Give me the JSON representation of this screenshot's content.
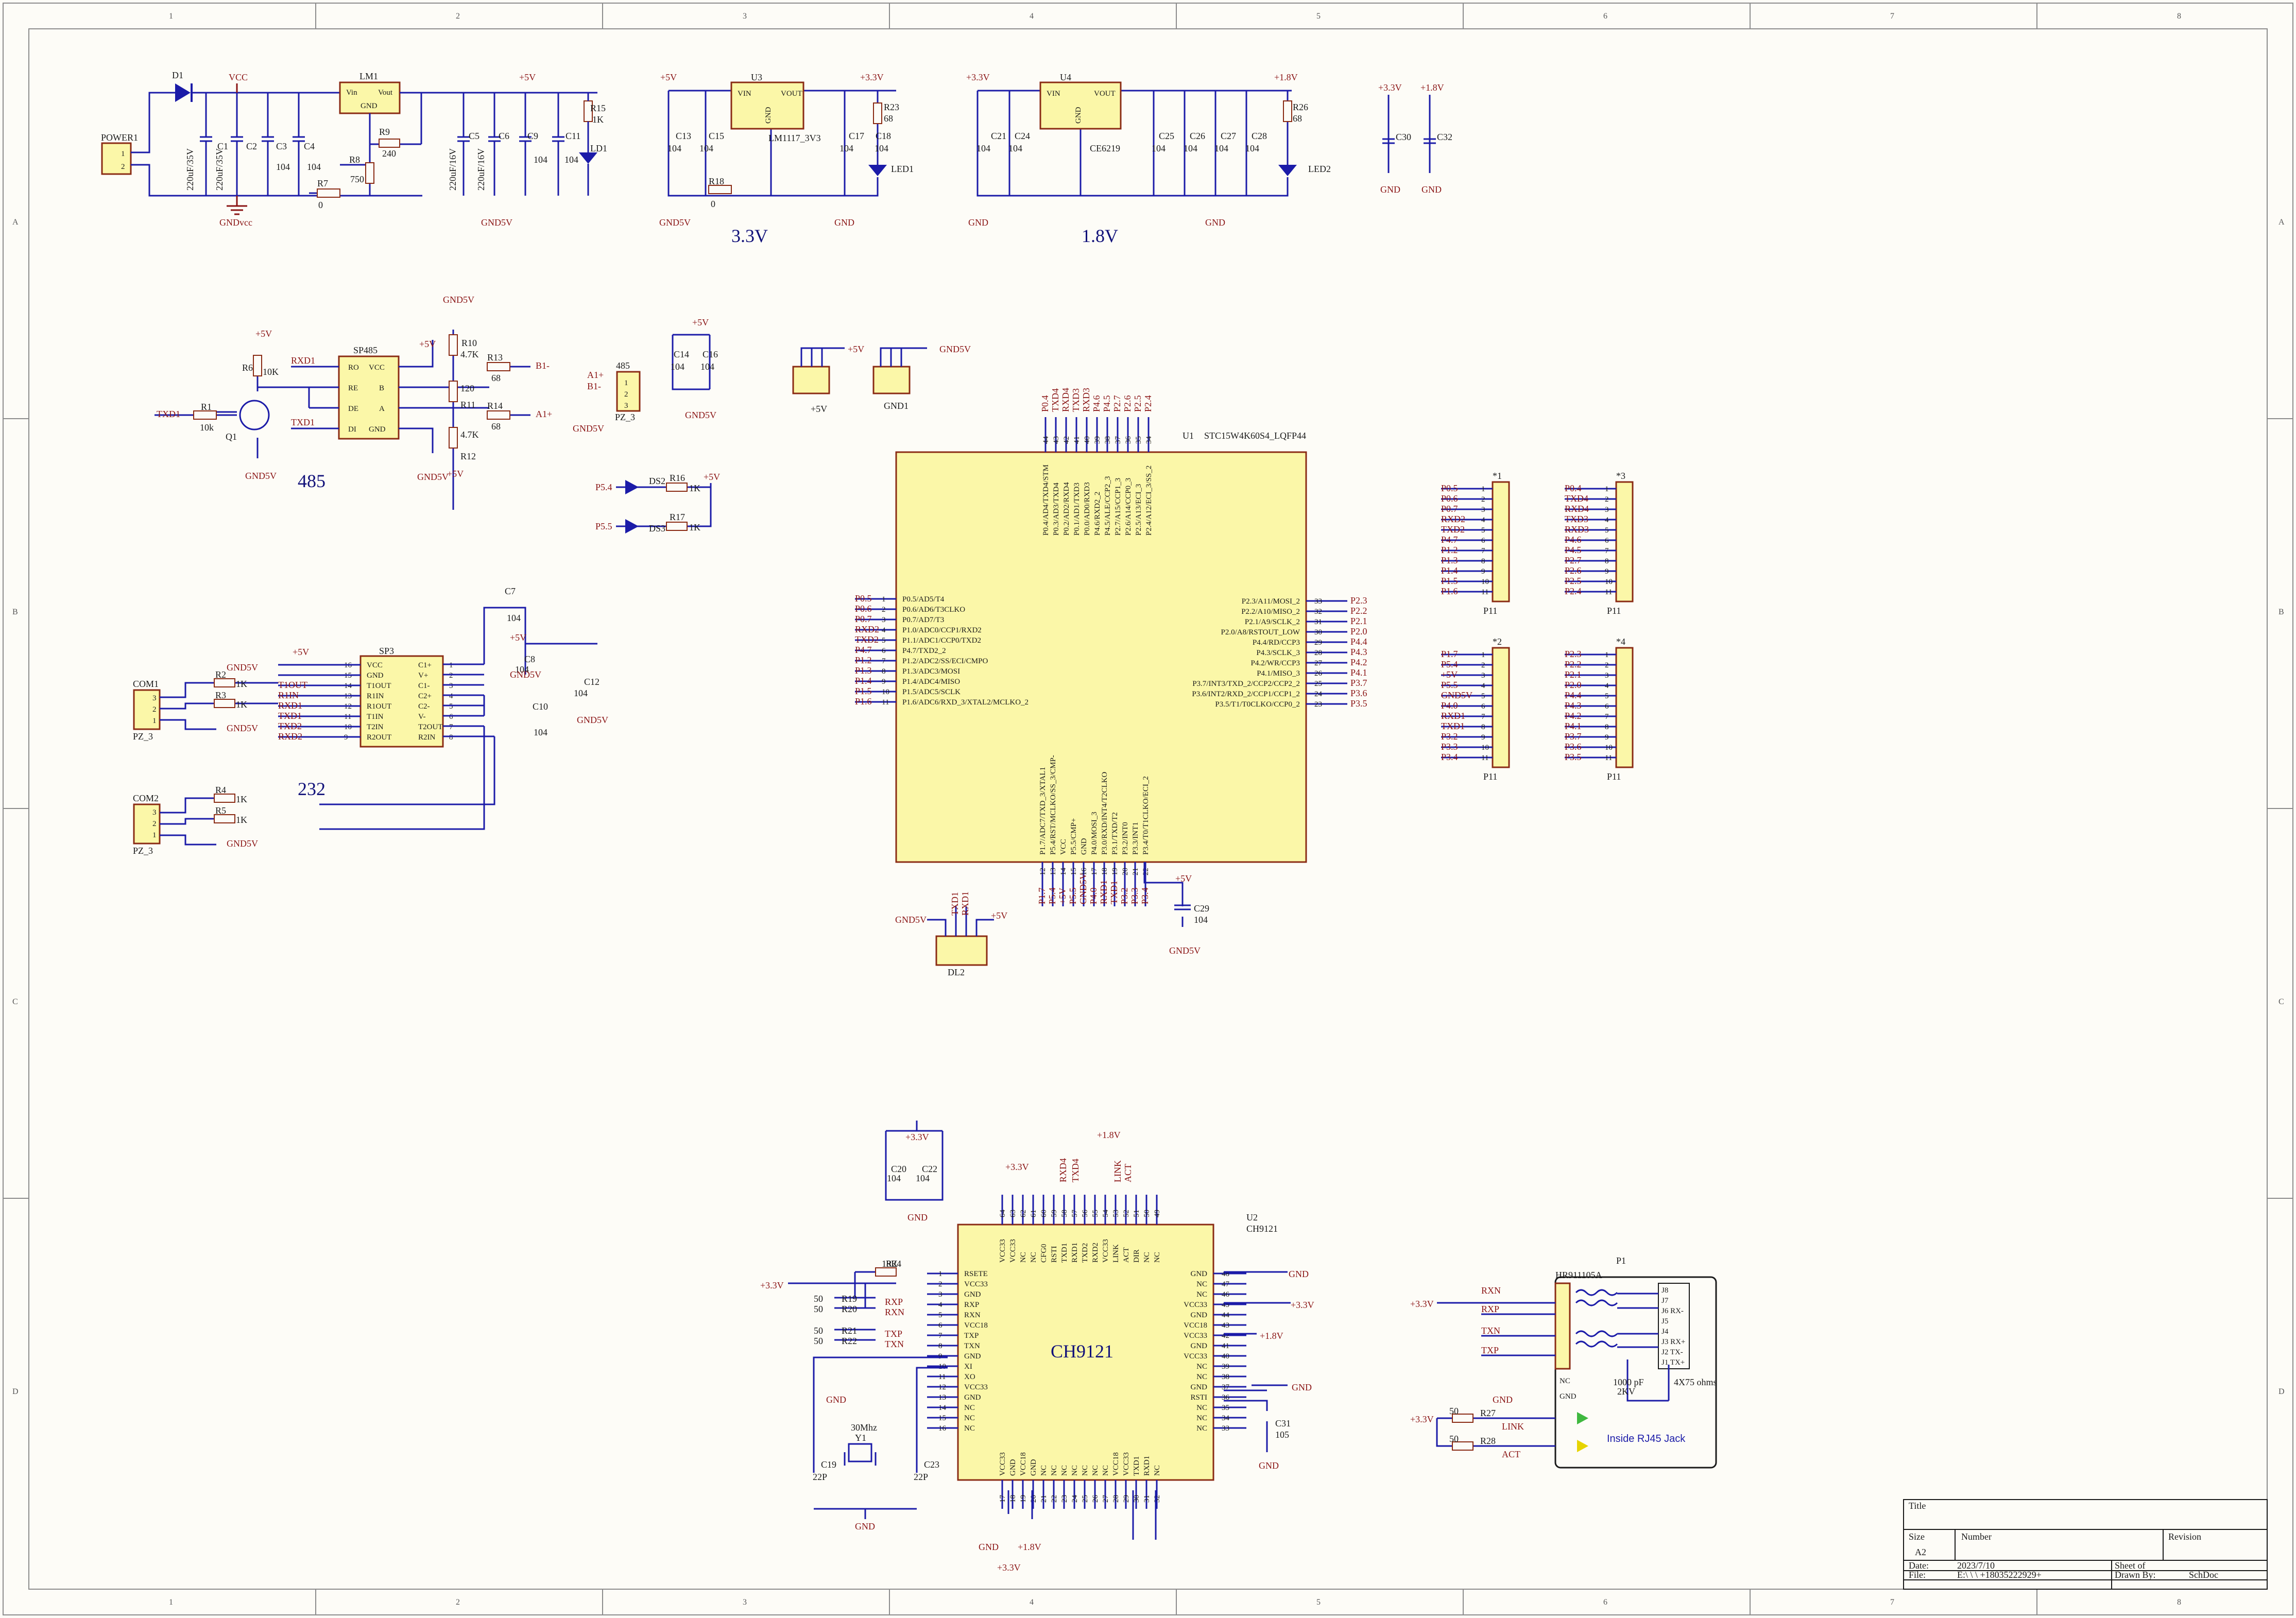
{
  "sheet": {
    "columns": [
      "1",
      "2",
      "3",
      "4",
      "5",
      "6",
      "7",
      "8"
    ],
    "rows": [
      "A",
      "B",
      "C",
      "D"
    ]
  },
  "power": {
    "power1": "POWER1",
    "d1": "D1",
    "vcc": "VCC",
    "lm1": "LM1",
    "lm1_vin": "Vin",
    "lm1_vout": "Vout",
    "lm1_gnd": "GND",
    "c1": "C1",
    "c1_val": "220uF/35V",
    "c2": "C2",
    "c2_val": "220uF/35V",
    "c3": "C3",
    "c3_val": "104",
    "c4": "C4",
    "c4_val": "104",
    "r9": "R9",
    "r9_val": "240",
    "r8": "R8",
    "r8_val": "750",
    "r7": "R7",
    "r7_val": "0",
    "c5": "C5",
    "c5_val": "220uF/16V",
    "c6": "C6",
    "c6_val": "220uF/16V",
    "c9": "C9",
    "c9_val": "104",
    "c11": "C11",
    "c11_val": "104",
    "r15": "R15",
    "r15_val": "1K",
    "ld1": "LD1",
    "gndvcc": "GNDvcc",
    "gnd5v": "GND5V",
    "p5v": "+5V",
    "u3": "U3",
    "u3_vin": "VIN",
    "u3_vout": "VOUT",
    "u3_gnd": "GND",
    "u3_part": "LM1117_3V3",
    "c13": "C13",
    "c15": "C15",
    "c17": "C17",
    "c18": "C18",
    "r18": "R18",
    "r18_val": "0",
    "r23": "R23",
    "r23_val": "68",
    "led1": "LED1",
    "p33v": "+3.3V",
    "gnd": "GND",
    "label33": "3.3V",
    "u4": "U4",
    "u4_vin": "VIN",
    "u4_vout": "VOUT",
    "u4_gnd": "GND",
    "u4_part": "CE6219",
    "c24": "C24",
    "c25": "C25",
    "c26": "C26",
    "c27": "C27",
    "c28": "C28",
    "r26": "R26",
    "r26_val": "68",
    "led2": "LED2",
    "p18v": "+1.8V",
    "label18": "1.8V",
    "c30": "C30",
    "c32": "C32",
    "v104": "104"
  },
  "rs485": {
    "title": "485",
    "chip": "SP485",
    "ro": "RO",
    "re": "RE",
    "de": "DE",
    "di": "DI",
    "vcc": "VCC",
    "b": "B",
    "a": "A",
    "gnd": "GND",
    "rxd1": "RXD1",
    "txd1": "TXD1",
    "r6": "R6",
    "r6_val": "10K",
    "r1": "R1",
    "r1_val": "10k",
    "q1": "Q1",
    "r10": "R10",
    "r10_val": "4.7K",
    "r11": "R11",
    "r11_val": "120",
    "r12": "R12",
    "r12_val": "4.7K",
    "r13": "R13",
    "r13_val": "68",
    "r14": "R14",
    "r14_val": "68",
    "b1m": "B1-",
    "a1p": "A1+",
    "conn": "485",
    "conn_a": "A1+",
    "conn_b": "B1-",
    "pz3": "PZ_3",
    "c14": "C14",
    "c16": "C16",
    "j5v": "+5V",
    "jgnd": "GND1"
  },
  "leds": {
    "ds2": "DS2",
    "ds3": "DS3",
    "r16": "R16",
    "r16_val": "1K",
    "r17": "R17",
    "r17_val": "1K",
    "p54": "P5.4",
    "p55": "P5.5"
  },
  "rs232": {
    "title": "232",
    "chip": "SP3",
    "com1": "COM1",
    "com2": "COM2",
    "pz3": "PZ_3",
    "r2": "R2",
    "r3": "R3",
    "r4": "R4",
    "r5": "R5",
    "k1": "1K",
    "pins_left": [
      "VCC",
      "GND",
      "T1OUT",
      "R1IN",
      "R1OUT",
      "T1IN",
      "T2IN",
      "R2OUT"
    ],
    "pins_left_no": [
      "16",
      "15",
      "14",
      "13",
      "12",
      "11",
      "10",
      "9"
    ],
    "pins_right": [
      "C1+",
      "V+",
      "C1-",
      "C2+",
      "C2-",
      "V-",
      "T2OUT",
      "R2IN"
    ],
    "pins_right_no": [
      "1",
      "2",
      "3",
      "4",
      "5",
      "6",
      "7",
      "8"
    ],
    "nets": [
      "T1OUT",
      "R1IN",
      "RXD1",
      "TXD1",
      "TXD2",
      "RXD2"
    ],
    "c7": "C7",
    "c8": "C8",
    "c10": "C10",
    "c12": "C12"
  },
  "mcu": {
    "ref": "U1",
    "part": "STC15W4K60S4_LQFP44",
    "left": [
      {
        "no": "1",
        "net": "P0.5",
        "fn": "P0.5/AD5/T4"
      },
      {
        "no": "2",
        "net": "P0.6",
        "fn": "P0.6/AD6/T3CLKO"
      },
      {
        "no": "3",
        "net": "P0.7",
        "fn": "P0.7/AD7/T3"
      },
      {
        "no": "4",
        "net": "RXD2",
        "fn": "P1.0/ADC0/CCP1/RXD2"
      },
      {
        "no": "5",
        "net": "TXD2",
        "fn": "P1.1/ADC1/CCP0/TXD2"
      },
      {
        "no": "6",
        "net": "P4.7",
        "fn": "P4.7/TXD2_2"
      },
      {
        "no": "7",
        "net": "P1.2",
        "fn": "P1.2/ADC2/SS/ECI/CMPO"
      },
      {
        "no": "8",
        "net": "P1.3",
        "fn": "P1.3/ADC3/MOSI"
      },
      {
        "no": "9",
        "net": "P1.4",
        "fn": "P1.4/ADC4/MISO"
      },
      {
        "no": "10",
        "net": "P1.5",
        "fn": "P1.5/ADC5/SCLK"
      },
      {
        "no": "11",
        "net": "P1.6",
        "fn": "P1.6/ADC6/RXD_3/XTAL2/MCLKO_2"
      }
    ],
    "right": [
      {
        "no": "33",
        "net": "P2.3",
        "fn": "P2.3/A11/MOSI_2"
      },
      {
        "no": "32",
        "net": "P2.2",
        "fn": "P2.2/A10/MISO_2"
      },
      {
        "no": "31",
        "net": "P2.1",
        "fn": "P2.1/A9/SCLK_2"
      },
      {
        "no": "30",
        "net": "P2.0",
        "fn": "P2.0/A8/RSTOUT_LOW"
      },
      {
        "no": "29",
        "net": "P4.4",
        "fn": "P4.4/RD/CCP3"
      },
      {
        "no": "28",
        "net": "P4.3",
        "fn": "P4.3/SCLK_3"
      },
      {
        "no": "27",
        "net": "P4.2",
        "fn": "P4.2/WR/CCP3"
      },
      {
        "no": "26",
        "net": "P4.1",
        "fn": "P4.1/MISO_3"
      },
      {
        "no": "25",
        "net": "P3.7",
        "fn": "P3.7/INT3/TXD_2/CCP2/CCP2_2"
      },
      {
        "no": "24",
        "net": "P3.6",
        "fn": "P3.6/INT2/RXD_2/CCP1/CCP1_2"
      },
      {
        "no": "23",
        "net": "P3.5",
        "fn": "P3.5/T1/T0CLKO/CCP0_2"
      }
    ],
    "top": [
      {
        "no": "44",
        "net": "P0.4",
        "fn": "P0.4/AD4/TXD4/STM"
      },
      {
        "no": "43",
        "net": "TXD4",
        "fn": "P0.3/AD3/TXD4"
      },
      {
        "no": "42",
        "net": "RXD4",
        "fn": "P0.2/AD2/RXD4"
      },
      {
        "no": "41",
        "net": "TXD3",
        "fn": "P0.1/AD1/TXD3"
      },
      {
        "no": "40",
        "net": "RXD3",
        "fn": "P0.0/AD0/RXD3"
      },
      {
        "no": "39",
        "net": "P4.6",
        "fn": "P4.6/RXD2_2"
      },
      {
        "no": "38",
        "net": "P4.5",
        "fn": "P4.5/ALE/CCP2_3"
      },
      {
        "no": "37",
        "net": "P2.7",
        "fn": "P2.7/A15/CCP1_3"
      },
      {
        "no": "36",
        "net": "P2.6",
        "fn": "P2.6/A14/CCP0_3"
      },
      {
        "no": "35",
        "net": "P2.5",
        "fn": "P2.5/A13/ECI_3"
      },
      {
        "no": "34",
        "net": "P2.4",
        "fn": "P2.4/A12/ECI_3/SS_2"
      }
    ],
    "bottom": [
      {
        "no": "12",
        "net": "P1.7",
        "fn": "P1.7/ADC7/TXD_3/XTAL1"
      },
      {
        "no": "13",
        "net": "P5.4",
        "fn": "P5.4/RST/MCLKO/SS_3/CMP-"
      },
      {
        "no": "14",
        "net": "+5V",
        "fn": "VCC"
      },
      {
        "no": "15",
        "net": "P5.5",
        "fn": "P5.5/CMP+"
      },
      {
        "no": "16",
        "net": "GND5V",
        "fn": "GND"
      },
      {
        "no": "17",
        "net": "P4.0",
        "fn": "P4.0/MOSI_3"
      },
      {
        "no": "18",
        "net": "RXD1",
        "fn": "P3.0/RXD/INT4/T2CLKO"
      },
      {
        "no": "19",
        "net": "TXD1",
        "fn": "P3.1/TXD/T2"
      },
      {
        "no": "20",
        "net": "P3.2",
        "fn": "P3.2/INT0"
      },
      {
        "no": "21",
        "net": "P3.3",
        "fn": "P3.3/INT1"
      },
      {
        "no": "22",
        "net": "P3.4",
        "fn": "P3.4/T0/T1CLKO/ECI_2"
      }
    ],
    "c29": "C29",
    "dl2": "DL2",
    "txd1": "TXD1",
    "rxd1": "RXD1"
  },
  "headers": [
    {
      "title": "*1",
      "part": "P11",
      "pins": [
        "P0.5",
        "P0.6",
        "P0.7",
        "RXD2",
        "TXD2",
        "P4.7",
        "P1.2",
        "P1.3",
        "P1.4",
        "P1.5",
        "P1.6"
      ]
    },
    {
      "title": "*3",
      "part": "P11",
      "pins": [
        "P0.4",
        "TXD4",
        "RXD4",
        "TXD3",
        "RXD3",
        "P4.6",
        "P4.5",
        "P2.7",
        "P2.6",
        "P2.5",
        "P2.4"
      ]
    },
    {
      "title": "*2",
      "part": "P11",
      "pins": [
        "P1.7",
        "P5.4",
        "+5V",
        "P5.5",
        "GND5V",
        "P4.0",
        "RXD1",
        "TXD1",
        "P3.2",
        "P3.3",
        "P3.4"
      ]
    },
    {
      "title": "*4",
      "part": "P11",
      "pins": [
        "P2.3",
        "P2.2",
        "P2.1",
        "P2.0",
        "P4.4",
        "P4.3",
        "P4.2",
        "P4.1",
        "P3.7",
        "P3.6",
        "P3.5"
      ]
    }
  ],
  "ch9121": {
    "name": "CH9121",
    "ref": "U2",
    "part": "CH9121",
    "left": [
      "RSETE",
      "VCC33",
      "GND",
      "RXP",
      "RXN",
      "VCC18",
      "TXP",
      "TXN",
      "GND",
      "XI",
      "XO",
      "VCC33",
      "GND",
      "NC",
      "NC",
      "NC"
    ],
    "right": [
      "GND",
      "NC",
      "NC",
      "VCC33",
      "GND",
      "VCC18",
      "VCC33",
      "GND",
      "VCC33",
      "NC",
      "NC",
      "GND",
      "RSTI",
      "NC",
      "NC",
      "NC"
    ],
    "right_no": [
      "48",
      "47",
      "46",
      "45",
      "44",
      "43",
      "42",
      "41",
      "40",
      "39",
      "38",
      "37",
      "36",
      "35",
      "34",
      "33"
    ],
    "top": [
      "VCC33",
      "VCC33",
      "NC",
      "NC",
      "CFG0",
      "RSTI",
      "TXD1",
      "RXD1",
      "TXD2",
      "RXD2",
      "VCC33",
      "LINK",
      "ACT",
      "DIR",
      "NC",
      "NC"
    ],
    "bottom": [
      "VCC33",
      "GND",
      "VCC18",
      "GND",
      "NC",
      "NC",
      "NC",
      "NC",
      "NC",
      "NC",
      "NC",
      "VCC18",
      "VCC33",
      "TXD1",
      "RXD1",
      "NC"
    ],
    "r24": "R24",
    "r24_val": "18K",
    "r19": "R19",
    "r20": "R20",
    "r21": "R21",
    "r22": "R22",
    "v50": "50",
    "rxp": "RXP",
    "rxn": "RXN",
    "txp": "TXP",
    "txn": "TXN",
    "y1": "Y1",
    "y1_val": "30Mhz",
    "c19": "C19",
    "c23": "C23",
    "v22p": "22P",
    "c20": "C20",
    "c22": "C22",
    "c31": "C31",
    "c31_val": "105",
    "rxd4": "RXD4",
    "txd4": "TXD4",
    "link": "LINK",
    "act": "ACT"
  },
  "rj45": {
    "ref": "P1",
    "part": "HR911105A",
    "jack": "Inside RJ45 Jack",
    "r27": "R27",
    "r28": "R28",
    "v50": "50",
    "rxn": "RXN",
    "rxp": "RXP",
    "txn": "TXN",
    "txp": "TXP",
    "link": "LINK",
    "act": "ACT",
    "cap": "1000 pF",
    "kv": "2KV",
    "ohms": "4X75 ohms",
    "nc": "NC",
    "gnd": "GND",
    "pins": [
      "J8",
      "J7",
      "J6 RX-",
      "J5",
      "J4",
      "J3 RX+",
      "J2 TX-",
      "J1 TX+"
    ]
  },
  "titleblock": {
    "title": "Title",
    "size": "Size",
    "size_val": "A2",
    "number": "Number",
    "revision": "Revision",
    "date": "Date:",
    "date_val": "2023/7/10",
    "file": "File:",
    "file_val": "E:\\                \\         \\         +18035222929+",
    "sheet": "Sheet     of",
    "drawn": "Drawn By:",
    "doc": "SchDoc"
  }
}
